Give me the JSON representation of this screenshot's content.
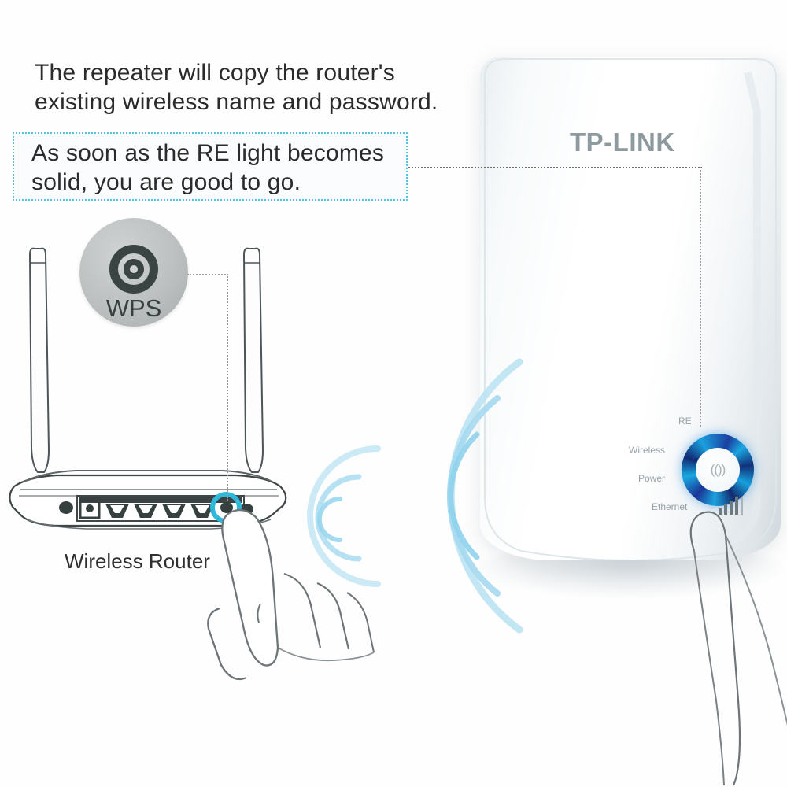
{
  "instructions": {
    "line1": "The repeater will copy the router's",
    "line2": "existing wireless name and password.",
    "callout_line1": "As soon as the RE light becomes",
    "callout_line2": "solid, you are good to go."
  },
  "wps_badge": {
    "label": "WPS",
    "icon": "wps-concentric-rings-icon"
  },
  "router": {
    "caption": "Wireless Router",
    "wps_button_highlight_color": "#2fb8da"
  },
  "repeater": {
    "brand": "TP-LINK",
    "leds": [
      {
        "label": "RE"
      },
      {
        "label": "Wireless"
      },
      {
        "label": "Power"
      },
      {
        "label": "Ethernet"
      }
    ],
    "button": {
      "name": "re-wps-button",
      "glyph": "(())",
      "ring_colors": [
        "#1b3fa0",
        "#1aa6e0",
        "#122a6e"
      ]
    },
    "signal_icon": "signal-bars-icon"
  },
  "colors": {
    "callout_border": "#54c3dd",
    "text": "#2b2b2b",
    "wave": "#9fd8ee",
    "led_text": "#97a2a8",
    "logo": "#8d9a9f"
  }
}
